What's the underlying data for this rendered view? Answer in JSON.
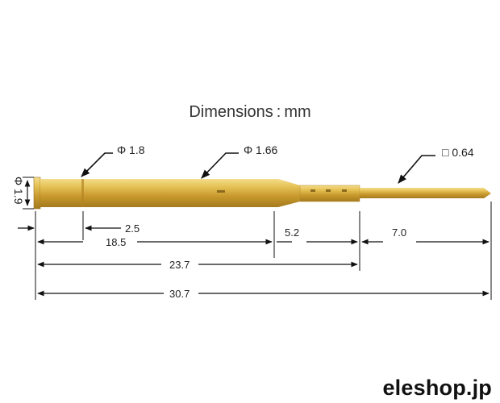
{
  "title": "Dimensions : mm",
  "logo": "eleshop.jp",
  "part_color": "#d4a93a",
  "callouts": {
    "phi_1_8": "Φ 1.8",
    "phi_1_66": "Φ 1.66",
    "sq_0_64": "□ 0.64",
    "phi_1_9": "Φ 1.9"
  },
  "dimensions": {
    "d_2_5": "2.5",
    "d_18_5": "18.5",
    "d_5_2": "5.2",
    "d_7_0": "7.0",
    "d_23_7": "23.7",
    "d_30_7": "30.7"
  }
}
